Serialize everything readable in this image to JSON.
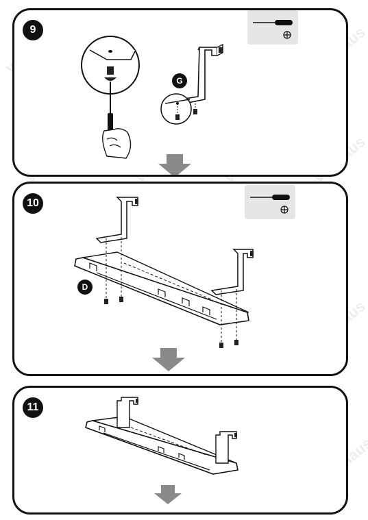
{
  "steps": [
    {
      "number": "9",
      "part_label": "G"
    },
    {
      "number": "10",
      "part_label": "D"
    },
    {
      "number": "11"
    }
  ],
  "watermark": "vonhaus"
}
